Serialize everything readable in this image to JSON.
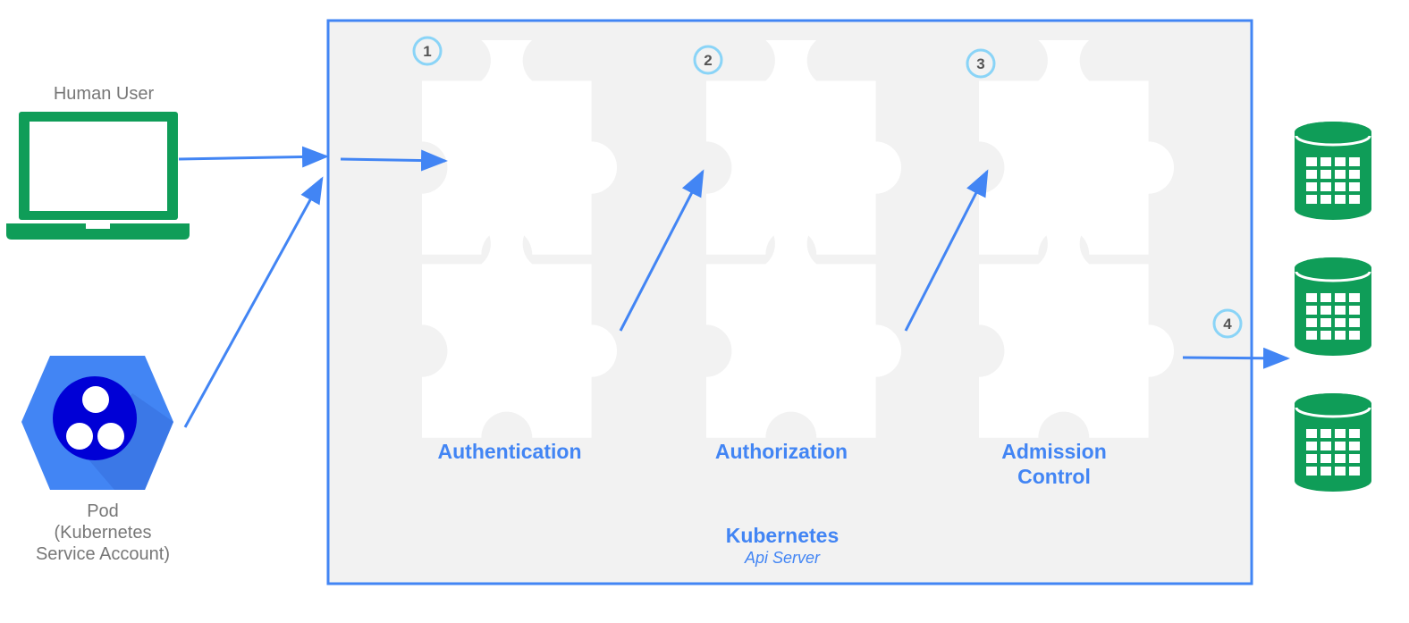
{
  "actors": {
    "human_user": "Human User",
    "pod": [
      "Pod",
      "(Kubernetes",
      "Service Account)"
    ]
  },
  "stages": {
    "authentication": "Authentication",
    "authorization": "Authorization",
    "admission_control": [
      "Admission",
      "Control"
    ]
  },
  "server": {
    "title": "Kubernetes",
    "subtitle": "Api Server"
  },
  "steps": [
    "1",
    "2",
    "3",
    "4"
  ],
  "icons": {
    "laptop": "laptop-icon",
    "pod": "pod-hexagon-icon",
    "puzzle": "puzzle-piece-icon",
    "database": "database-icon"
  },
  "colors": {
    "accent_blue": "#4285f4",
    "green": "#0f9d58",
    "pod_blue": "#0000d6",
    "box_fill": "#f2f2f2",
    "step_ring": "#8ad4f7"
  }
}
